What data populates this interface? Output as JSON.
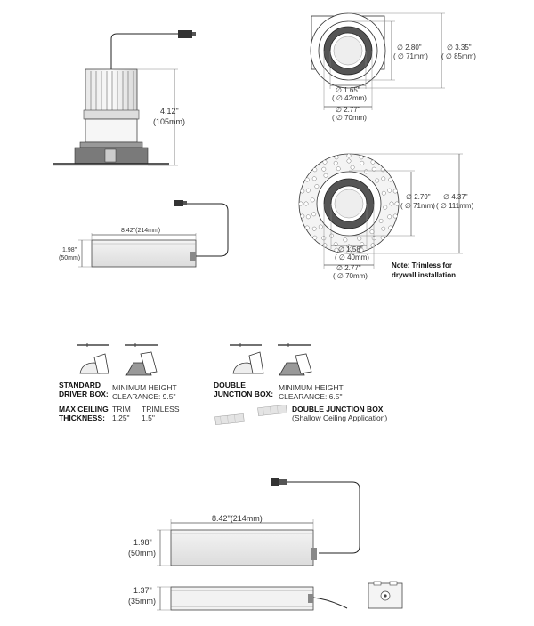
{
  "side_view": {
    "height": "4.12\"",
    "height_mm": "(105mm)"
  },
  "top_trim": {
    "outer": "∅ 3.35\"",
    "outer_mm": "( ∅ 85mm)",
    "mid": "∅ 2.80\"",
    "mid_mm": "( ∅ 71mm)",
    "inner": "∅ 1.65\"",
    "inner_mm": "( ∅ 42mm)",
    "cutout": "∅ 2.77\"",
    "cutout_mm": "( ∅ 70mm)"
  },
  "small_driver": {
    "length": "8.42\"(214mm)",
    "height": "1.98\"",
    "height_mm": "(50mm)"
  },
  "trimless": {
    "outer": "∅ 4.37\"",
    "outer_mm": "( ∅ 111mm)",
    "mid": "∅ 2.79\"",
    "mid_mm": "( ∅ 71mm)",
    "inner": "∅ 1.58\"",
    "inner_mm": "( ∅ 40mm)",
    "cutout": "∅ 2.77\"",
    "cutout_mm": "( ∅ 70mm)",
    "note_line1": "Note: Trimless for",
    "note_line2": "drywall installation"
  },
  "install": {
    "standard_label_1": "STANDARD",
    "standard_label_2": "DRIVER BOX:",
    "standard_clear_1": "MINIMUM HEIGHT",
    "standard_clear_2": "CLEARANCE: 9.5\"",
    "double_label_1": "DOUBLE",
    "double_label_2": "JUNCTION BOX:",
    "double_clear_1": "MINIMUM HEIGHT",
    "double_clear_2": "CLEARANCE: 6.5\"",
    "ceiling_label_1": "MAX CEILING",
    "ceiling_label_2": "THICKNESS:",
    "trim_label": "TRIM",
    "trim_value": "1.25\"",
    "trimless_label": "TRIMLESS",
    "trimless_value": "1.5\"",
    "double_box_title": "DOUBLE JUNCTION BOX",
    "double_box_sub": "(Shallow Ceiling Application)"
  },
  "large_driver": {
    "length": "8.42\"(214mm)",
    "height": "1.98\"",
    "height_mm": "(50mm)",
    "depth": "1.37\"",
    "depth_mm": "(35mm)"
  }
}
